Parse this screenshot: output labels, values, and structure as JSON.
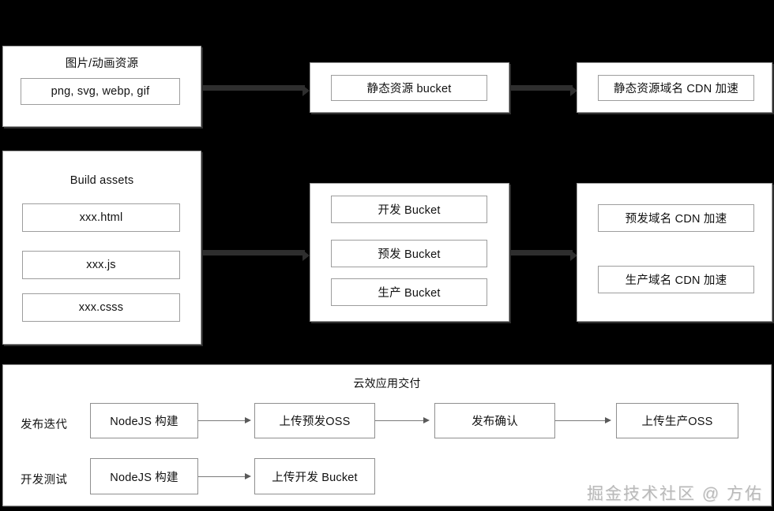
{
  "sources": {
    "images": {
      "title": "图片/动画资源",
      "items": [
        "png, svg, webp, gif"
      ]
    },
    "build": {
      "title": "Build assets",
      "items": [
        "xxx.html",
        "xxx.js",
        "xxx.csss"
      ]
    }
  },
  "buckets": {
    "static": {
      "items": [
        "静态资源 bucket"
      ]
    },
    "envs": {
      "items": [
        "开发 Bucket",
        "预发 Bucket",
        "生产 Bucket"
      ]
    }
  },
  "cdn": {
    "static": {
      "items": [
        "静态资源域名 CDN 加速"
      ]
    },
    "envs": {
      "items": [
        "预发域名 CDN 加速",
        "生产域名 CDN 加速"
      ]
    }
  },
  "pipeline": {
    "title": "云效应用交付",
    "rows": [
      {
        "label": "发布迭代",
        "steps": [
          "NodeJS 构建",
          "上传预发OSS",
          "发布确认",
          "上传生产OSS"
        ]
      },
      {
        "label": "开发测试",
        "steps": [
          "NodeJS 构建",
          "上传开发 Bucket"
        ]
      }
    ]
  },
  "watermark": "掘金技术社区 @ 方佑",
  "colors": {
    "background": "#000000",
    "card": "#ffffff",
    "card_border": "#9a9a9a",
    "connector": "#2e2e2e",
    "arrow": "#7a7a7a",
    "text": "#111111",
    "watermark": "#b9b9b9"
  }
}
